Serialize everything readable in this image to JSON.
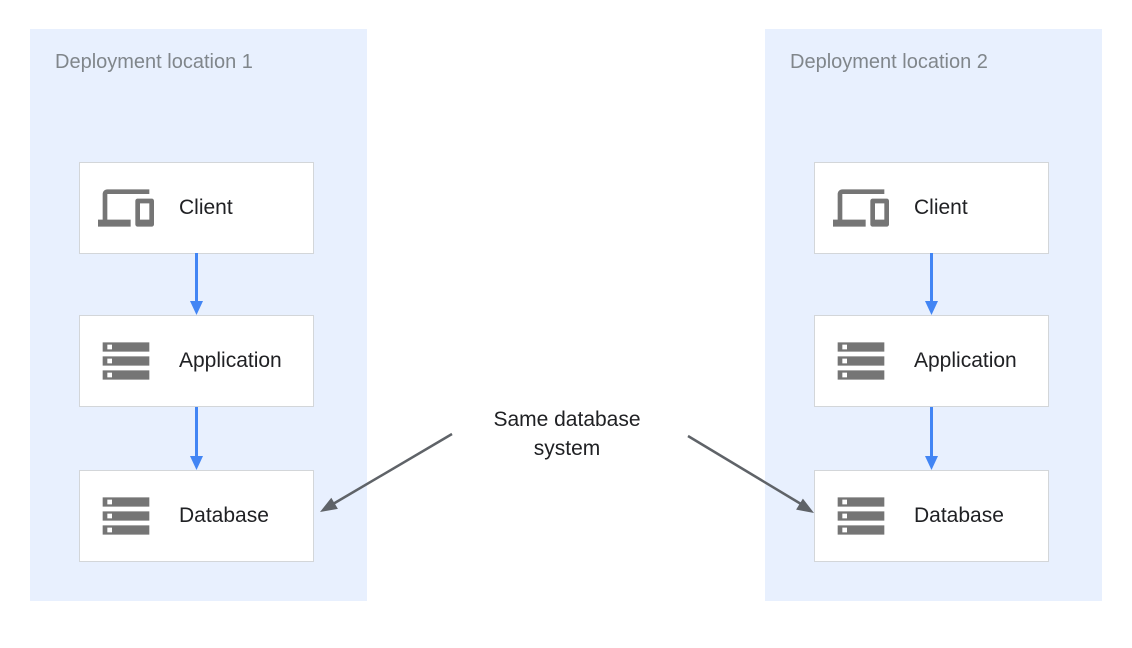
{
  "diagram": {
    "panels": [
      {
        "title": "Deployment location 1",
        "nodes": [
          {
            "label": "Client",
            "icon": "devices-icon"
          },
          {
            "label": "Application",
            "icon": "server-stack-icon"
          },
          {
            "label": "Database",
            "icon": "server-stack-icon"
          }
        ]
      },
      {
        "title": "Deployment location 2",
        "nodes": [
          {
            "label": "Client",
            "icon": "devices-icon"
          },
          {
            "label": "Application",
            "icon": "server-stack-icon"
          },
          {
            "label": "Database",
            "icon": "server-stack-icon"
          }
        ]
      }
    ],
    "annotation": {
      "line1": "Same database",
      "line2": "system"
    },
    "colors": {
      "panel_background": "#E8F0FE",
      "panel_title_gray": "#80868B",
      "node_border_gray": "#D3D6D9",
      "node_text": "#202124",
      "icon_gray": "#757575",
      "flow_arrow_blue": "#4285F4",
      "annotation_arrow_gray": "#5F6368"
    }
  }
}
